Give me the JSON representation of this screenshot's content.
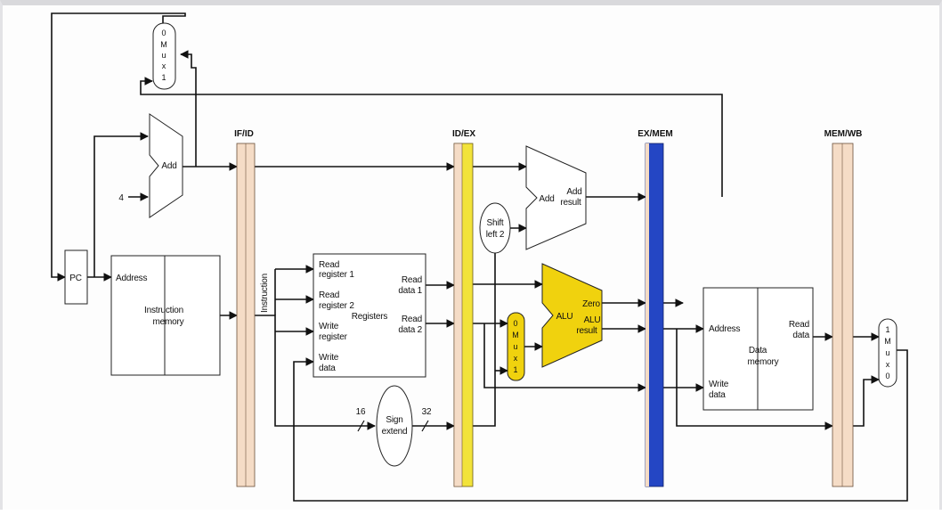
{
  "stages": {
    "if_id": "IF/ID",
    "id_ex": "ID/EX",
    "ex_mem": "EX/MEM",
    "mem_wb": "MEM/WB"
  },
  "pc": {
    "label": "PC"
  },
  "pc_adder": {
    "label": "Add",
    "constant": "4"
  },
  "top_mux": {
    "chars": [
      "0",
      "M",
      "u",
      "x",
      "1"
    ]
  },
  "instruction_memory": {
    "address": "Address",
    "line1": "Instruction",
    "line2": "memory"
  },
  "instruction_bus": "Instruction",
  "registers": {
    "read_reg1_l1": "Read",
    "read_reg1_l2": "register 1",
    "read_reg2_l1": "Read",
    "read_reg2_l2": "register 2",
    "write_reg_l1": "Write",
    "write_reg_l2": "register",
    "write_data_l1": "Write",
    "write_data_l2": "data",
    "read_data1_l1": "Read",
    "read_data1_l2": "data 1",
    "read_data2_l1": "Read",
    "read_data2_l2": "data 2",
    "title": "Registers"
  },
  "sign_extend": {
    "line1": "Sign",
    "line2": "extend",
    "in_bits": "16",
    "out_bits": "32"
  },
  "shift_left": {
    "line1": "Shift",
    "line2": "left 2"
  },
  "branch_adder": {
    "label": "Add",
    "result_l1": "Add",
    "result_l2": "result"
  },
  "alu_mux": {
    "chars": [
      "0",
      "M",
      "u",
      "x",
      "1"
    ]
  },
  "alu": {
    "label": "ALU",
    "zero": "Zero",
    "result_l1": "ALU",
    "result_l2": "result"
  },
  "data_memory": {
    "address": "Address",
    "read_l1": "Read",
    "read_l2": "data",
    "write_l1": "Write",
    "write_l2": "data",
    "title_l1": "Data",
    "title_l2": "memory"
  },
  "wb_mux": {
    "chars": [
      "1",
      "M",
      "u",
      "x",
      "0"
    ]
  },
  "colors": {
    "pipeline_register": "#f5dcc6",
    "id_ex_register": "#f2e33a",
    "ex_mem_register": "#2446c4",
    "alu_fill": "#f0d20e"
  }
}
